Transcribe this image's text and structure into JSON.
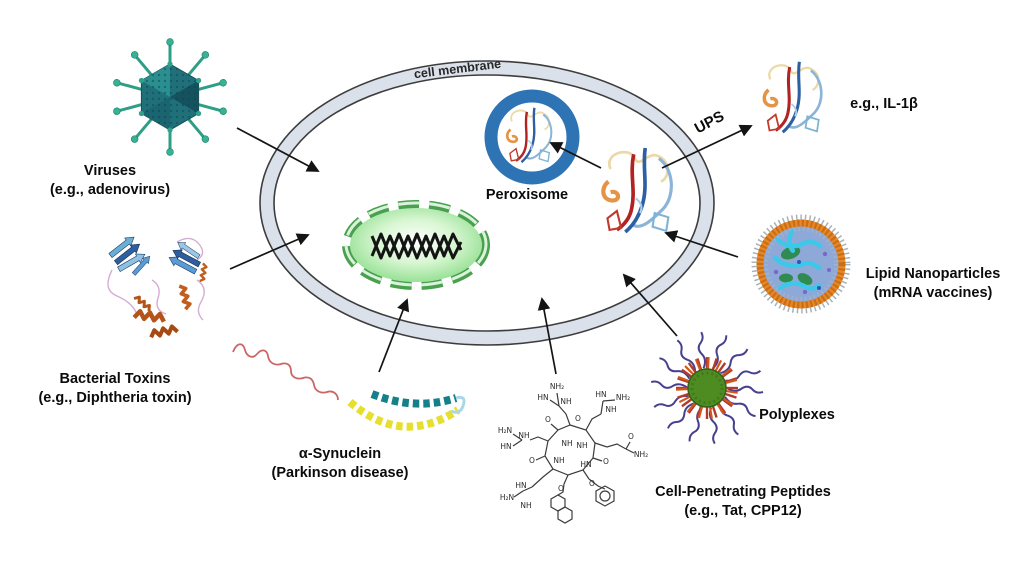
{
  "figure": {
    "cell_membrane_label": "cell membrane",
    "peroxisome_label": "Peroxisome",
    "ups_label": "UPS"
  },
  "labels": {
    "viruses": {
      "line1": "Viruses",
      "line2": "(e.g., adenovirus)"
    },
    "bacterial_toxins": {
      "line1": "Bacterial Toxins",
      "line2": "(e.g., Diphtheria toxin)"
    },
    "alpha_synuclein": {
      "line1": "α-Synuclein",
      "line2": "(Parkinson disease)"
    },
    "cell_penetrating_peptides": {
      "line1": "Cell-Penetrating Peptides",
      "line2": "(e.g., Tat, CPP12)"
    },
    "polyplexes": {
      "label": "Polyplexes"
    },
    "lipid_nanoparticles": {
      "line1": "Lipid Nanoparticles",
      "line2": "(mRNA vaccines)"
    },
    "secreted_protein": {
      "label": "e.g., IL-1β"
    }
  },
  "cpp_atoms": {
    "nh2": "NH₂",
    "h2n": "H₂N",
    "hn": "HN",
    "nh": "NH",
    "o": "O"
  },
  "colors": {
    "membrane_fill": "#dbe1ea",
    "membrane_line": "#3d3d3d",
    "peroxisome_ring": "#2e74b5",
    "nucleus_green": "#7fd97f",
    "virus_teal": "#20707a",
    "toxin_orange": "#b5541a",
    "toxin_blue": "#5b9bd5",
    "synuclein_yellow": "#e6df2e",
    "synuclein_teal": "#15808a",
    "lnp_orange": "#e8872a",
    "polyplex_green": "#4e8c22",
    "arrow": "#141414"
  }
}
